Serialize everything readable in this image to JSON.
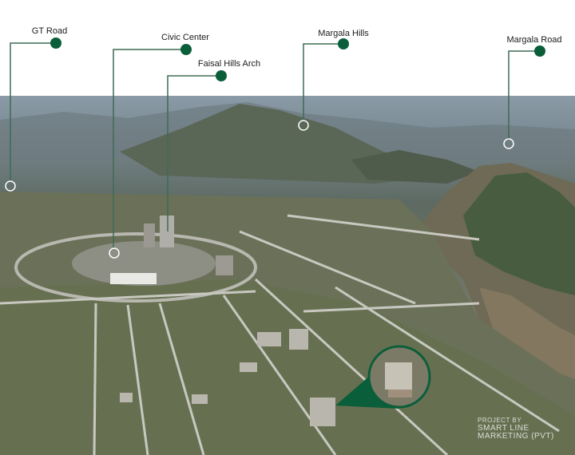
{
  "callouts": [
    {
      "label": "GT Road"
    },
    {
      "label": "Civic Center"
    },
    {
      "label": "Faisal Hills Arch"
    },
    {
      "label": "Margala Hills"
    },
    {
      "label": "Margala Road"
    }
  ],
  "watermark": {
    "prefix": "PROJECT BY",
    "line1": "SMART LINE",
    "line2": "MARKETING (PVT)"
  },
  "colors": {
    "accent": "#0b5e3a",
    "line": "#3f6b55"
  }
}
